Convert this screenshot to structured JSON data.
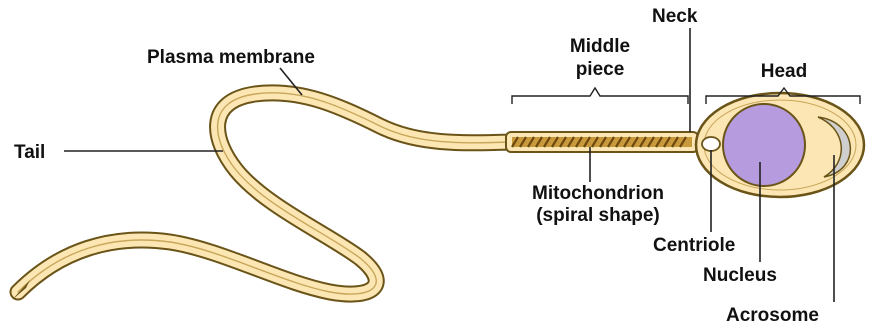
{
  "labels": {
    "neck": "Neck",
    "plasma_membrane": "Plasma membrane",
    "middle_piece_line1": "Middle",
    "middle_piece_line2": "piece",
    "head": "Head",
    "tail": "Tail",
    "mitochondrion_line1": "Mitochondrion",
    "mitochondrion_line2": "(spiral shape)",
    "centriole": "Centriole",
    "nucleus": "Nucleus",
    "acrosome": "Acrosome"
  },
  "colors": {
    "membrane_fill": "#fbe6b4",
    "membrane_outline": "#6b5418",
    "mitochondria_band": "#c99a3c",
    "spiral": "#6e4a12",
    "nucleus": "#b69cdf",
    "acrosome": "#cfcfcf",
    "centriole": "#ffffff"
  }
}
